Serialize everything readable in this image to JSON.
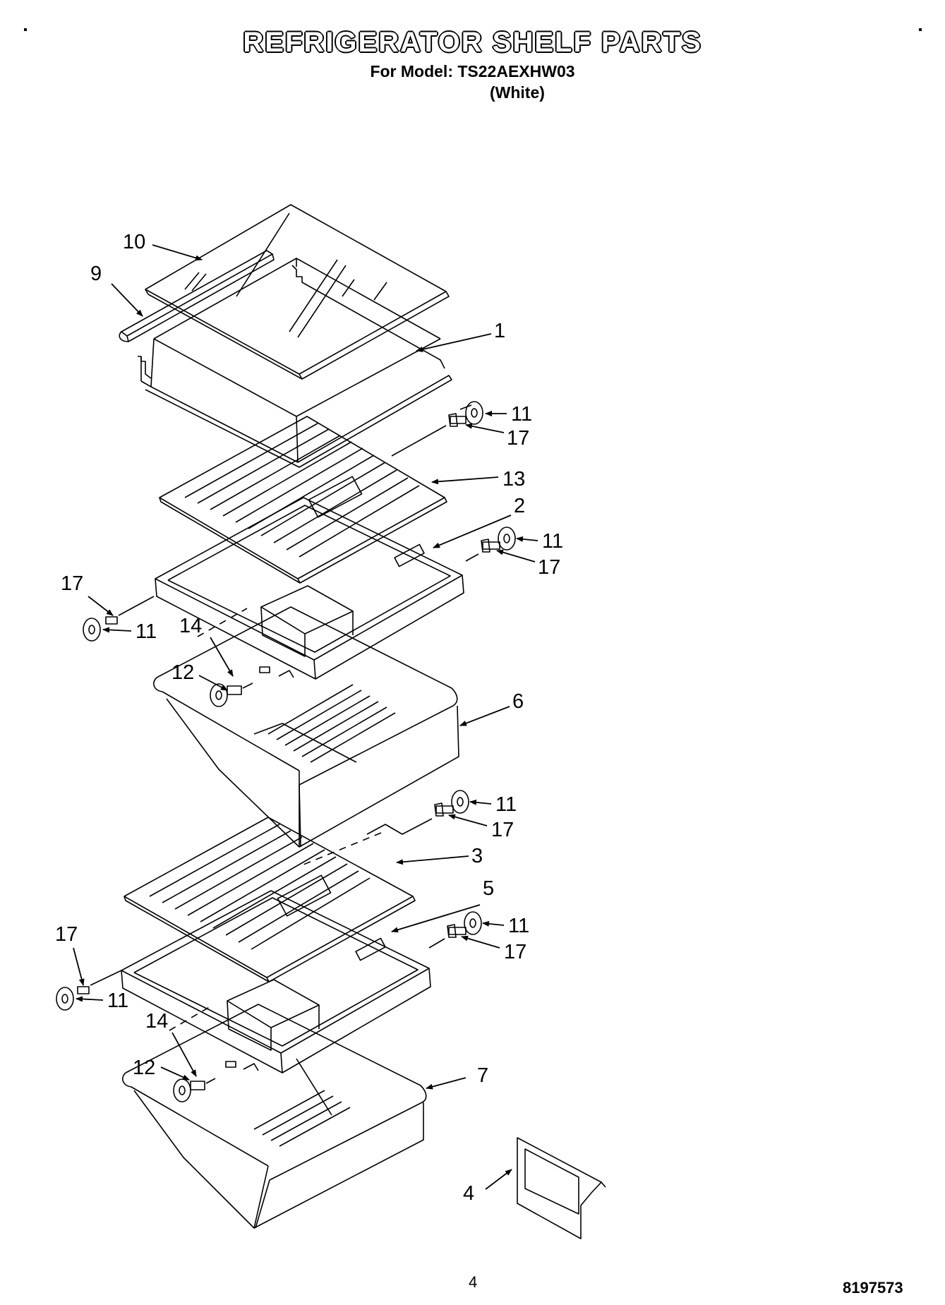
{
  "header": {
    "title": "REFRIGERATOR SHELF PARTS",
    "model_line": "For Model: TS22AEXHW03",
    "variant": "(White)"
  },
  "footer": {
    "page_number": "4",
    "document_number": "8197573"
  },
  "callouts": [
    {
      "id": "c10",
      "label": "10"
    },
    {
      "id": "c9",
      "label": "9"
    },
    {
      "id": "c1",
      "label": "1"
    },
    {
      "id": "c11a",
      "label": "11"
    },
    {
      "id": "c17a",
      "label": "17"
    },
    {
      "id": "c13",
      "label": "13"
    },
    {
      "id": "c2",
      "label": "2"
    },
    {
      "id": "c11b",
      "label": "11"
    },
    {
      "id": "c17b",
      "label": "17"
    },
    {
      "id": "c17c",
      "label": "17"
    },
    {
      "id": "c11c",
      "label": "11"
    },
    {
      "id": "c14a",
      "label": "14"
    },
    {
      "id": "c12a",
      "label": "12"
    },
    {
      "id": "c6",
      "label": "6"
    },
    {
      "id": "c11d",
      "label": "11"
    },
    {
      "id": "c17d",
      "label": "17"
    },
    {
      "id": "c3",
      "label": "3"
    },
    {
      "id": "c5",
      "label": "5"
    },
    {
      "id": "c11e",
      "label": "11"
    },
    {
      "id": "c17e",
      "label": "17"
    },
    {
      "id": "c17f",
      "label": "17"
    },
    {
      "id": "c11f",
      "label": "11"
    },
    {
      "id": "c14b",
      "label": "14"
    },
    {
      "id": "c12b",
      "label": "12"
    },
    {
      "id": "c7",
      "label": "7"
    },
    {
      "id": "c4",
      "label": "4"
    }
  ]
}
